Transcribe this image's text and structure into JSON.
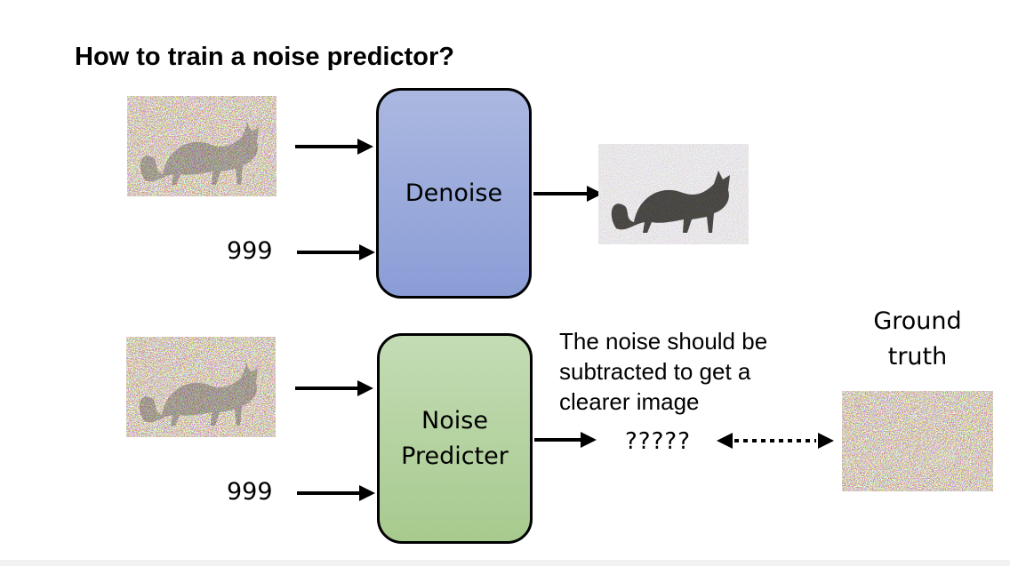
{
  "title": "How to train a noise predictor?",
  "top_row": {
    "input_step": "999",
    "block_label": "Denoise",
    "input_image_icon": "noisy-cat-image",
    "output_image_icon": "less-noisy-cat-image"
  },
  "bottom_row": {
    "input_step": "999",
    "block_label_line1": "Noise",
    "block_label_line2": "Predicter",
    "input_image_icon": "noisy-cat-image",
    "prediction": "?????",
    "note_line1": "The noise should be",
    "note_line2": "subtracted to get a",
    "note_line3": "clearer image",
    "ground_truth_line1": "Ground",
    "ground_truth_line2": "truth",
    "ground_truth_icon": "noise-image"
  },
  "colors": {
    "denoise_fill": "#8a9dd6",
    "predicter_fill": "#a7ca8e"
  }
}
